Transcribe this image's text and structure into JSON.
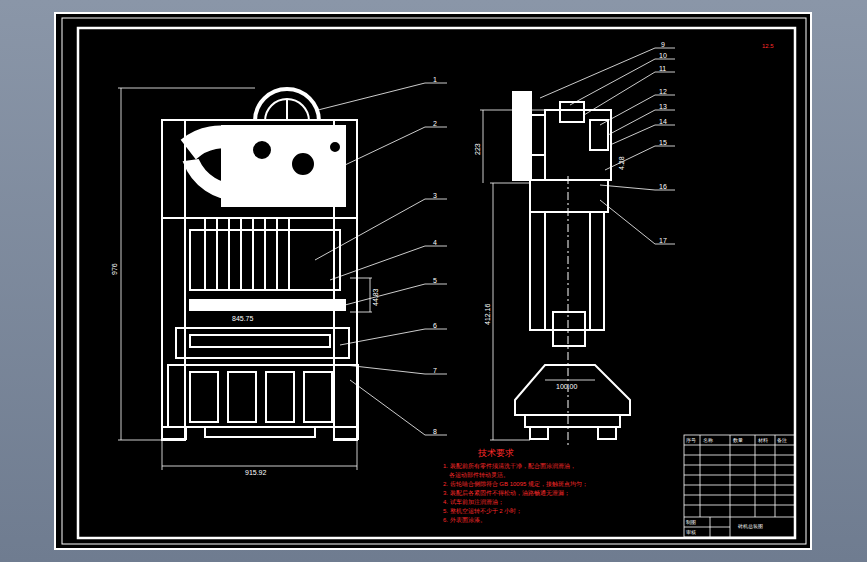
{
  "diagram": {
    "labels": [
      "1",
      "2",
      "3",
      "4",
      "5",
      "6",
      "7",
      "8",
      "9",
      "10",
      "11",
      "12",
      "13",
      "14",
      "15",
      "16",
      "17",
      "976",
      "915.92",
      "845.75",
      "44.83",
      "412.16",
      "100.00",
      "223",
      "4.28",
      "12.5",
      "技术要求",
      "1. 装配前所有零件须清洗干净，配合面涂润滑油，",
      "各运动部件转动灵活。",
      "2. 齿轮啮合侧隙符合 GB 10095 规定，接触斑点均匀；",
      "3. 装配后各紧固件不得松动，油路畅通无泄漏；",
      "4. 试车前加注润滑油；",
      "5. 整机空运转不少于 2 小时；",
      "6. 外表面涂漆。",
      "序号",
      "名称",
      "数量",
      "材料",
      "备注",
      "制图",
      "审核",
      "砖机总装图"
    ]
  }
}
